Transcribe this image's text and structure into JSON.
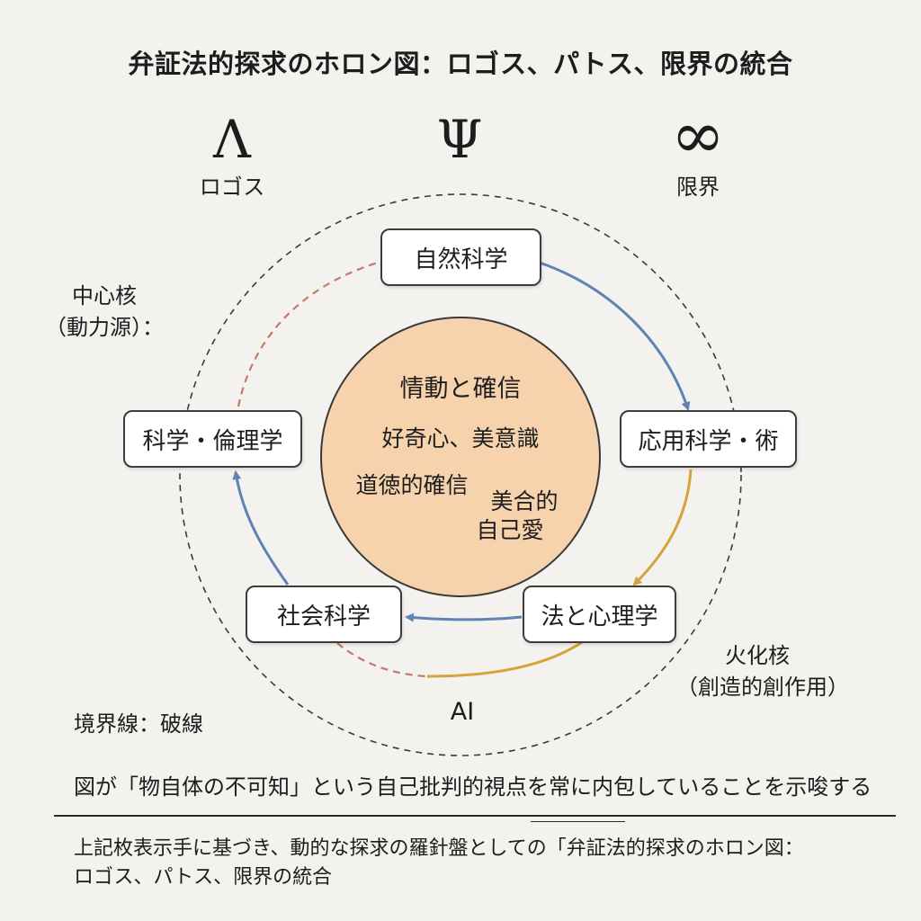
{
  "title": "弁証法的探求のホロン図：ロゴス、パトス、限界の統合",
  "symbols": [
    {
      "glyph": "Λ",
      "label": "ロゴス"
    },
    {
      "glyph": "Ψ",
      "label": ""
    },
    {
      "glyph": "∞",
      "label": "限界"
    }
  ],
  "left_label": {
    "line1": "中心核",
    "line2": "（動力源）："
  },
  "right_label": {
    "line1": "火化核",
    "line2": "（創造的創作用）"
  },
  "boundary_label": "境界線：破線",
  "core": {
    "title": "情動と確信",
    "line1": "好奇心、美意識",
    "line2": "道徳的確信",
    "line3a": "美合的",
    "line3b": "自己愛"
  },
  "nodes": {
    "top": "自然科学",
    "right": "応用科学・術",
    "bottom_right": "法と心理学",
    "bottom_left": "社会科学",
    "left": "科学・倫理学"
  },
  "ai_label": "AI",
  "arrow_colors": {
    "blue": "#5f83b3",
    "gold": "#d4a33a",
    "red": "#c47a6a"
  },
  "core_fill": "#f6d3ad",
  "caption_top": "図が「物自体の不可知」という自己批判的視点を常に内包していることを示唆する",
  "caption_bottom_line1": "上記枚表示手に基づき、動的な探求の羅針盤としての「弁証法的探求のホロン図：",
  "caption_bottom_line2": "ロゴス、パトス、限界の統合"
}
